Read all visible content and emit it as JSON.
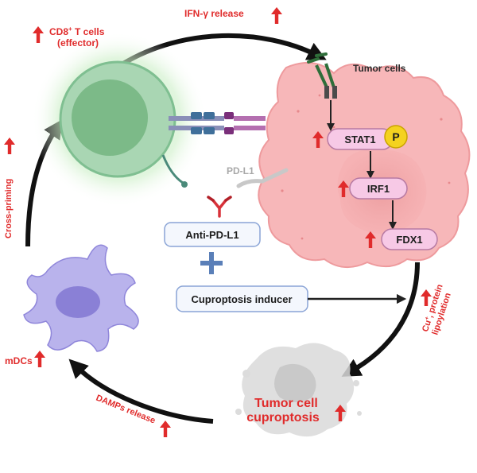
{
  "labels": {
    "cd8_line1": "CD8",
    "cd8_sup": "+",
    "cd8_line1_rest": " T cells",
    "cd8_line2": "(effector)",
    "ifn": "IFN-γ release",
    "tumor_cells": "Tumor  cells",
    "stat1": "STAT1",
    "p": "P",
    "irf1": "IRF1",
    "fdx1": "FDX1",
    "pdl1": "PD-L1",
    "anti_pdl1": "Anti-PD-L1",
    "cuproptosis_inducer": "Cuproptosis inducer",
    "cu_line1": "Cu",
    "cu_sup": "+",
    "cu_line1_rest": ", protein",
    "cu_line2": "lipoylation",
    "tumor_death_line1": "Tumor cell",
    "tumor_death_line2": "cuproptosis",
    "damps": "DAMPs release",
    "mdcs": "mDCs",
    "cross_priming": "Cross-priming"
  },
  "colors": {
    "accent_red": "#e02b2b",
    "t_cell_green": "#a9d6b3",
    "tumor_pink": "#f7b7b9",
    "box_pink": "#f7c9e6",
    "p_yellow": "#f4d21f",
    "dc_purple": "#b9b3ec",
    "box_blue_border": "#8aa4d6"
  },
  "icons": [
    "up-arrow-icon",
    "plus-icon",
    "antibody-icon",
    "receptor-icon"
  ]
}
